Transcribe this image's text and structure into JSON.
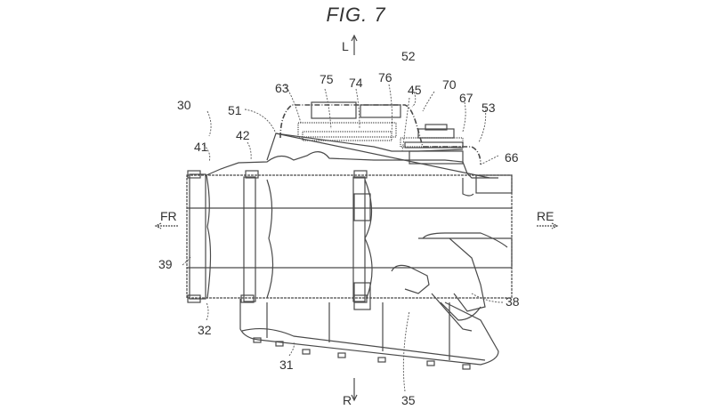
{
  "figure": {
    "title": "FIG. 7"
  },
  "directions": {
    "up": "L",
    "down": "R",
    "left": "FR",
    "right": "RE"
  },
  "reference_numerals": {
    "n30": "30",
    "n41": "41",
    "n42": "42",
    "n51": "51",
    "n63": "63",
    "n75": "75",
    "n74": "74",
    "n76": "76",
    "n52": "52",
    "n45": "45",
    "n70": "70",
    "n67": "67",
    "n53": "53",
    "n66": "66",
    "n39": "39",
    "n32": "32",
    "n31": "31",
    "n35": "35",
    "n38": "38"
  },
  "colors": {
    "line": "#4a4a4a",
    "background": "#ffffff"
  }
}
